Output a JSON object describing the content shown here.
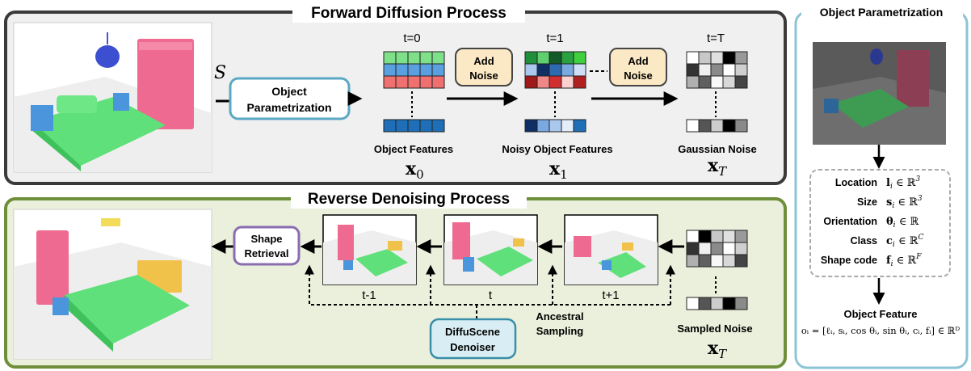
{
  "forward": {
    "title": "Forward Diffusion Process",
    "set_symbol": "S",
    "param_box": [
      "Object",
      "Parametrization"
    ],
    "add_noise_1": [
      "Add",
      "Noise"
    ],
    "add_noise_2": [
      "Add",
      "Noise"
    ],
    "t0": "t=0",
    "t1": "t=1",
    "tT": "t=T",
    "obj_features": "Object Features",
    "noisy_features": "Noisy Object Features",
    "gaussian_noise": "Gaussian Noise",
    "x0": "x",
    "x0_sub": "0",
    "x1": "x",
    "x1_sub": "1",
    "xT": "x",
    "xT_sub": "T"
  },
  "reverse": {
    "title": "Reverse Denoising Process",
    "shape_retrieval": [
      "Shape",
      "Retrieval"
    ],
    "t_minus": "t-1",
    "t": "t",
    "t_plus": "t+1",
    "denoiser": [
      "DiffuScene",
      "Denoiser"
    ],
    "ancestral": [
      "Ancestral",
      "Sampling"
    ],
    "sampled_noise": "Sampled Noise",
    "xT": "x",
    "xT_sub": "T"
  },
  "param": {
    "title": "Object Parametrization",
    "rows": [
      {
        "label": "Location",
        "formula": "l",
        "sub": "i",
        "set": "∈ ℝ",
        "sup": "3"
      },
      {
        "label": "Size",
        "formula": "s",
        "sub": "i",
        "set": "∈ ℝ",
        "sup": "3"
      },
      {
        "label": "Orientation",
        "formula": "θ",
        "sub": "i",
        "set": "∈ ℝ",
        "sup": ""
      },
      {
        "label": "Class",
        "formula": "c",
        "sub": "i",
        "set": "∈ ℝ",
        "sup": "C"
      },
      {
        "label": "Shape code",
        "formula": "f",
        "sub": "i",
        "set": "∈ ℝ",
        "sup": "F"
      }
    ],
    "feature_label": "Object Feature",
    "feature_formula": "oᵢ = [ℓᵢ, sᵢ, cos θᵢ, sin θᵢ, cᵢ, fᵢ] ∈ ℝᴰ"
  },
  "colors": {
    "forward_border": "#3a3a3a",
    "forward_bg": "#f0f0f0",
    "reverse_border": "#6f8f3a",
    "reverse_bg": "#eaf0dc",
    "param_border": "#8cc4d4",
    "noise_box": "#fbe8c4",
    "denoiser_box": "#d9eef4",
    "retrieval_border": "#8a6cb0"
  }
}
